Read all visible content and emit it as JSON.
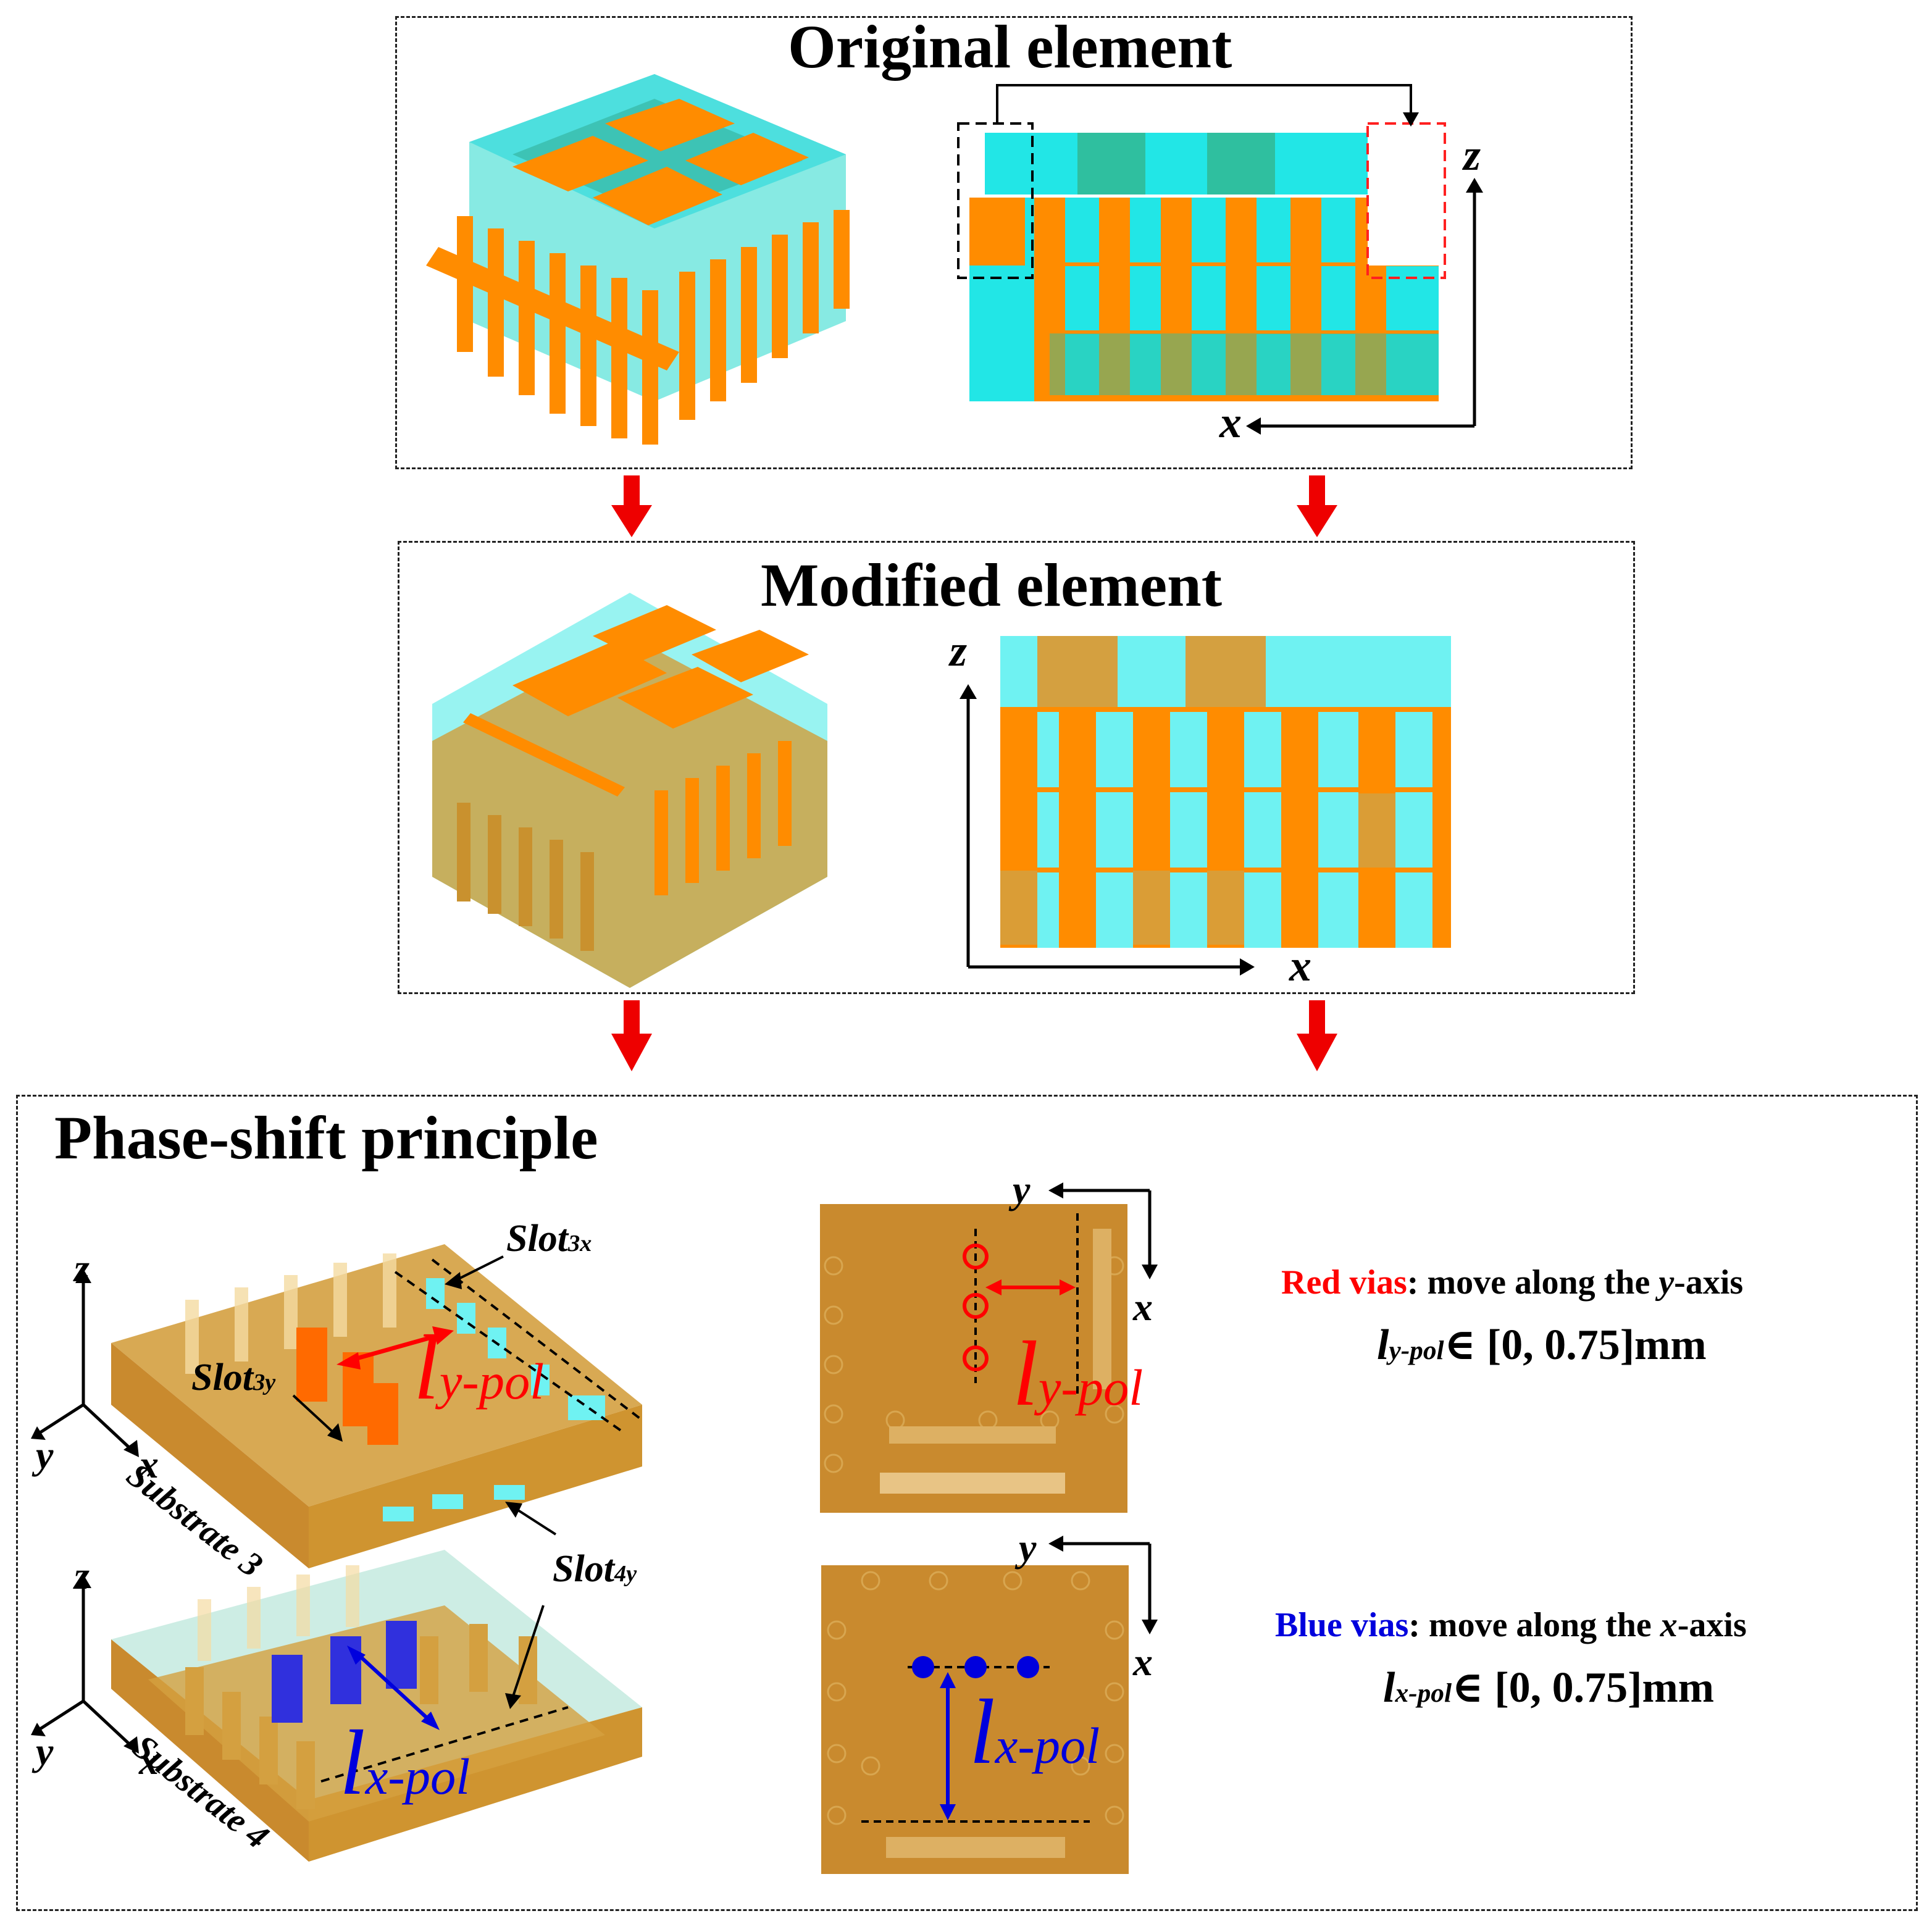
{
  "panels": {
    "original": {
      "title": "Original element"
    },
    "modified": {
      "title": "Modified element"
    },
    "principle": {
      "title": "Phase-shift principle"
    }
  },
  "axes": {
    "x": "x",
    "y": "y",
    "z": "z"
  },
  "labels": {
    "slot3x": {
      "main": "Slot",
      "sub": "3x"
    },
    "slot3y": {
      "main": "Slot",
      "sub": "3y"
    },
    "slot4y": {
      "main": "Slot",
      "sub": "4y"
    },
    "substrate3": "Substrate 3",
    "substrate4": "Substrate 4",
    "ly": {
      "main": "l",
      "sub": "y-pol"
    },
    "lx": {
      "main": "l",
      "sub": "x-pol"
    }
  },
  "descriptions": {
    "red": {
      "highlight": "Red vias",
      "rest": ": move along the ",
      "axis": "y",
      "suffix": "-axis"
    },
    "blue": {
      "highlight": "Blue vias",
      "rest": ": move along the ",
      "axis": "x",
      "suffix": "-axis"
    }
  },
  "ranges": {
    "ly": {
      "main": "l",
      "sub": "y-pol",
      "rest": "∈ [0, 0.75]mm"
    },
    "lx": {
      "main": "l",
      "sub": "x-pol",
      "rest": "∈ [0, 0.75]mm"
    }
  },
  "colors": {
    "cyan": "#2ee6e6",
    "orange": "#ff8c00",
    "gold": "#c9912e",
    "red": "#ff0000",
    "blue": "#0000dd",
    "arrow_red": "#ee0000"
  }
}
